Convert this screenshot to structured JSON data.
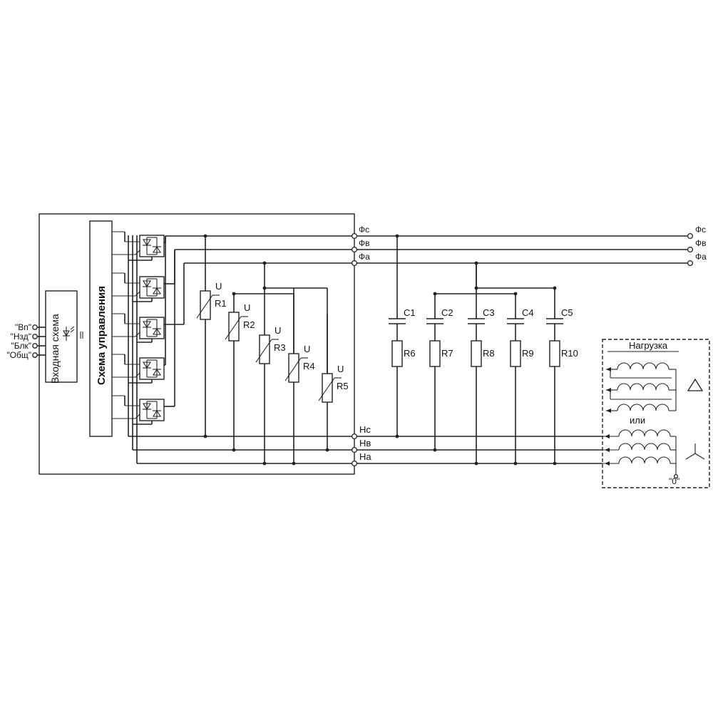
{
  "inputs": [
    "\"Вп\"",
    "\"Нзд\"",
    "\"Блк\"",
    "\"Общ\""
  ],
  "input_block_label": "Входная схема",
  "control_block_label": "Схема управления",
  "varistors": [
    {
      "name": "R1",
      "sym": "U"
    },
    {
      "name": "R2",
      "sym": "U"
    },
    {
      "name": "R3",
      "sym": "U"
    },
    {
      "name": "R4",
      "sym": "U"
    },
    {
      "name": "R5",
      "sym": "U"
    }
  ],
  "rc_snubbers": [
    {
      "cap": "C1",
      "res": "R6"
    },
    {
      "cap": "C2",
      "res": "R7"
    },
    {
      "cap": "C3",
      "res": "R8"
    },
    {
      "cap": "C4",
      "res": "R9"
    },
    {
      "cap": "C5",
      "res": "R10"
    }
  ],
  "phase_terminals_in": [
    "Фс",
    "Фв",
    "Фа"
  ],
  "phase_terminals_out": [
    "Фс",
    "Фв",
    "Фа"
  ],
  "load_terminals": [
    "Нс",
    "Нв",
    "На"
  ],
  "load": {
    "title": "Нагрузка",
    "or": "или",
    "neutral": "\"0\""
  }
}
